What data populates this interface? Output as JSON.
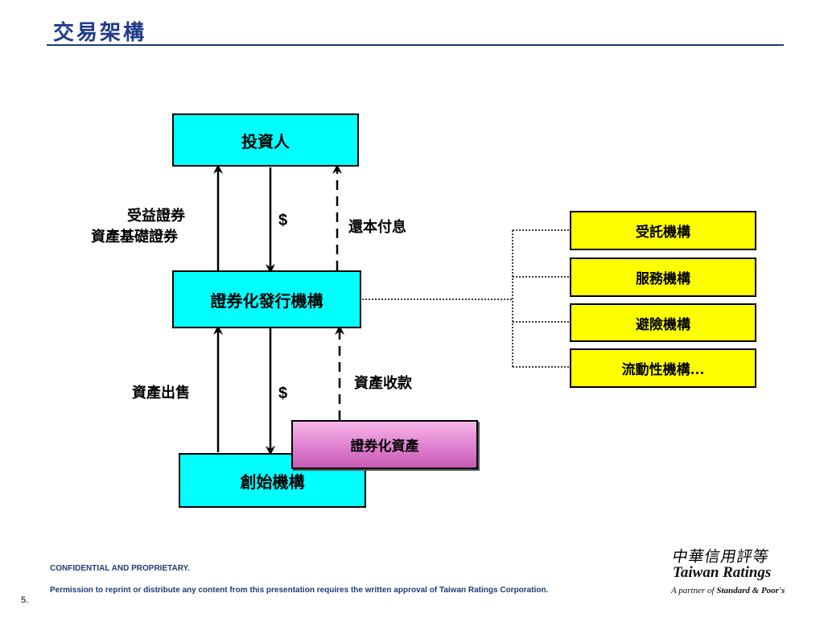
{
  "title": "交易架構",
  "nodes": {
    "investor": "投資人",
    "issuer": "證券化發行機構",
    "originator": "創始機構",
    "securitized_assets": "證券化資產",
    "trustee": "受託機構",
    "servicer": "服務機構",
    "hedge": "避險機構",
    "liquidity": "流動性機構..."
  },
  "labels": {
    "beneficiary_securities": "受益證券",
    "abs_securities": "資產基礎證券",
    "payment_top": "$",
    "repay": "還本付息",
    "asset_sale": "資產出售",
    "payment_bottom": "$",
    "collection": "資產收款"
  },
  "footer": {
    "confidential": "CONFIDENTIAL AND PROPRIETARY.",
    "permission": "Permission to reprint or distribute any content from this presentation requires the written approval of Taiwan Ratings Corporation.",
    "page_number": "5."
  },
  "logo": {
    "cjk": "中華信用評等",
    "english": "Taiwan Ratings",
    "partner_prefix": "A partner of",
    "partner_name": "Standard & Poor's"
  }
}
